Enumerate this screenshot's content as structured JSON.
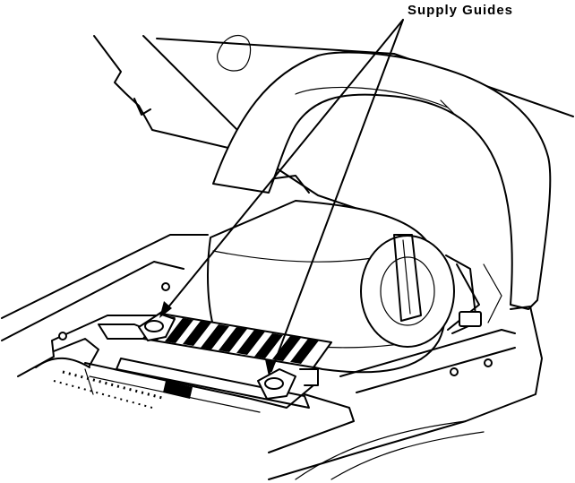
{
  "callout": {
    "label": "Supply Guides"
  },
  "icons": {
    "printer": "printer-open-cover-illustration",
    "arrow": "callout-arrow"
  }
}
